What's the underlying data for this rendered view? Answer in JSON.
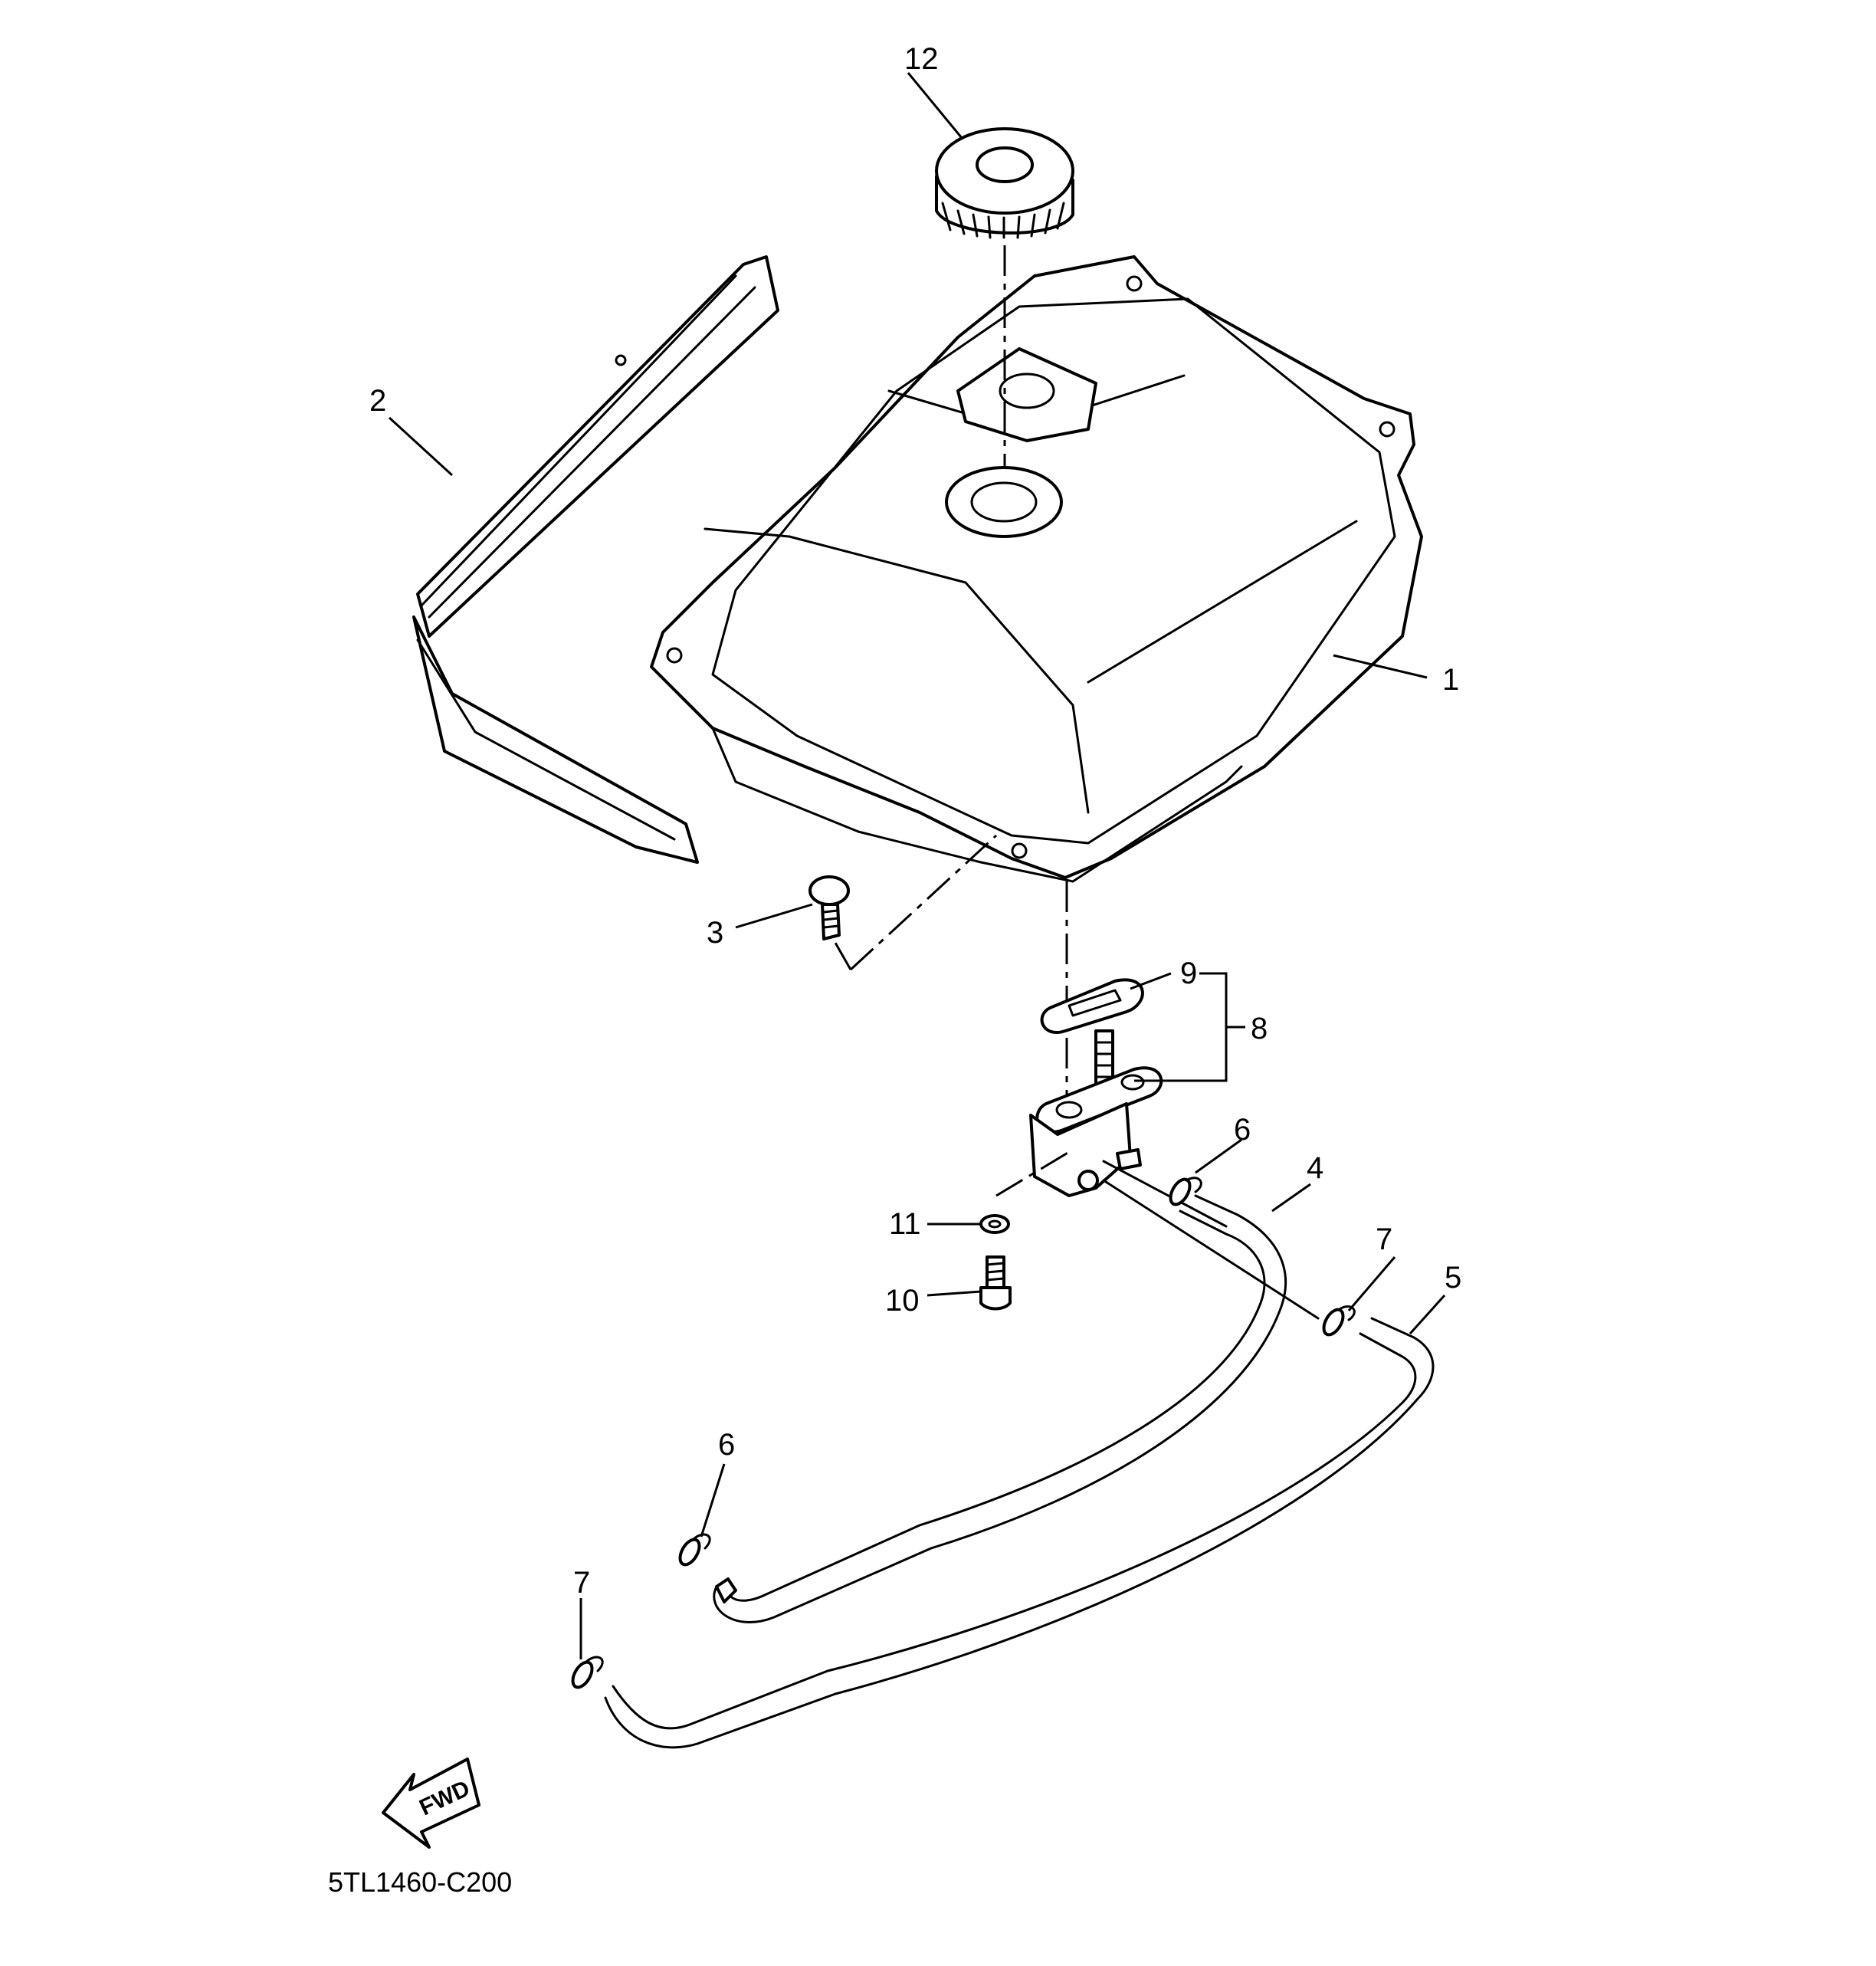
{
  "diagram": {
    "callouts": {
      "c1": "1",
      "c2": "2",
      "c3": "3",
      "c4": "4",
      "c5": "5",
      "c6a": "6",
      "c6b": "6",
      "c7a": "7",
      "c7b": "7",
      "c8": "8",
      "c9": "9",
      "c10": "10",
      "c11": "11",
      "c12": "12"
    },
    "fwd_label": "FWD",
    "part_code": "5TL1460-C200"
  }
}
